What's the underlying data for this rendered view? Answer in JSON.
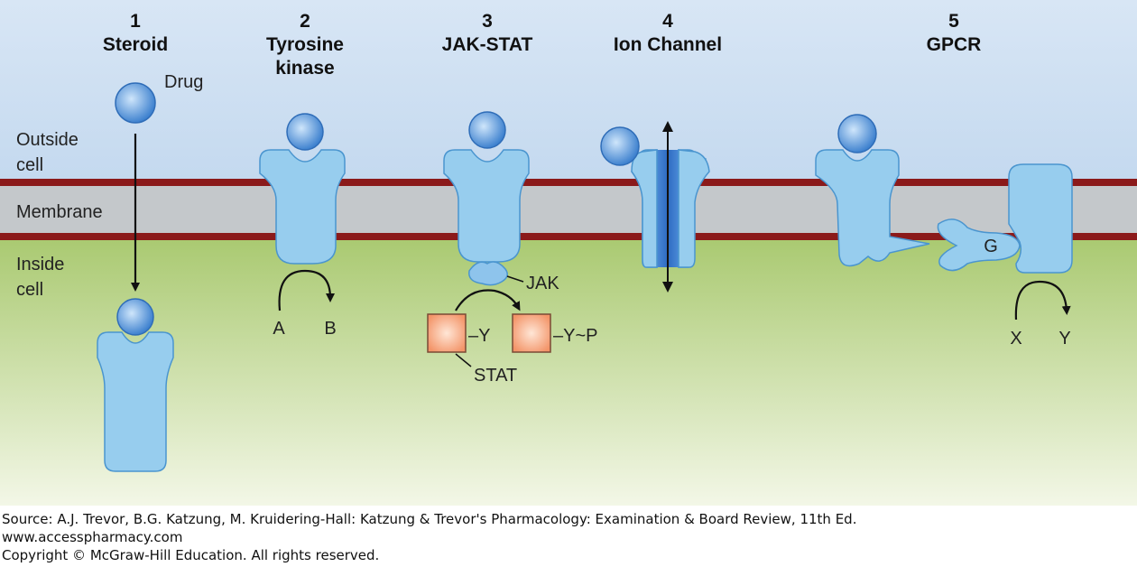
{
  "mechanisms": [
    {
      "number": "1",
      "title_lines": [
        "Steroid"
      ]
    },
    {
      "number": "2",
      "title_lines": [
        "Tyrosine",
        "kinase"
      ]
    },
    {
      "number": "3",
      "title_lines": [
        "JAK-STAT"
      ]
    },
    {
      "number": "4",
      "title_lines": [
        "Ion Channel"
      ]
    },
    {
      "number": "5",
      "title_lines": [
        "GPCR"
      ]
    }
  ],
  "regions": {
    "outside": [
      "Outside",
      "cell"
    ],
    "membrane": "Membrane",
    "inside": [
      "Inside",
      "cell"
    ]
  },
  "labels": {
    "drug": "Drug",
    "tk_substrate": "A",
    "tk_product": "B",
    "jak": "JAK",
    "stat_unphos": "–Y",
    "stat_phos": "–Y~P",
    "stat": "STAT",
    "g_protein": "G",
    "gpcr_substrate": "X",
    "gpcr_product": "Y"
  },
  "colors": {
    "outside_bg": "#cfe0f3",
    "membrane_band": "#c4c8cb",
    "membrane_edge": "#8b1a1a",
    "inside_top": "#a9c970",
    "inside_bottom": "#f3f7e7",
    "receptor": "#97cdee",
    "drug": "#4f8fd6",
    "stat": "#f5a67f"
  },
  "caption": {
    "source": "Source: A.J. Trevor, B.G. Katzung, M. Kruidering-Hall: Katzung & Trevor's Pharmacology: Examination & Board Review, 11th Ed.",
    "url": "www.accesspharmacy.com",
    "copyright": "Copyright © McGraw-Hill Education.  All rights reserved."
  }
}
